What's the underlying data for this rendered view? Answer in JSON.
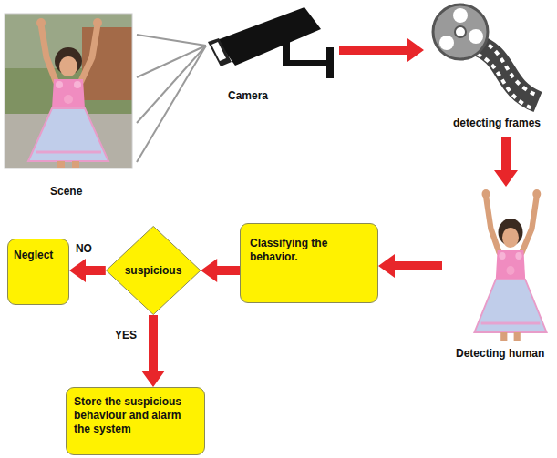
{
  "diagram": {
    "nodes": [
      {
        "text": [
          "Scene"
        ]
      },
      {
        "text": [
          "Camera"
        ]
      },
      {
        "text": [
          "detecting frames"
        ]
      },
      {
        "text": [
          "Detecting human"
        ]
      },
      {
        "text": [
          "Classifying the behavior."
        ]
      },
      {
        "text": [
          "suspicious"
        ]
      },
      {
        "text": [
          "Neglect"
        ]
      },
      {
        "text": [
          "Store the suspicious behaviour and alarm the system"
        ]
      }
    ],
    "edges": [
      {
        "from": 0,
        "to": 1,
        "arrow": "none"
      },
      {
        "from": 1,
        "to": 2,
        "arrow": "to"
      },
      {
        "from": 2,
        "to": 3,
        "arrow": "to"
      },
      {
        "from": 3,
        "to": 4,
        "arrow": "to"
      },
      {
        "from": 4,
        "to": 5,
        "arrow": "to"
      },
      {
        "from": 5,
        "to": 6,
        "label": "NO",
        "arrow": "to"
      },
      {
        "from": 5,
        "to": 7,
        "label": "YES",
        "arrow": "to"
      }
    ]
  }
}
